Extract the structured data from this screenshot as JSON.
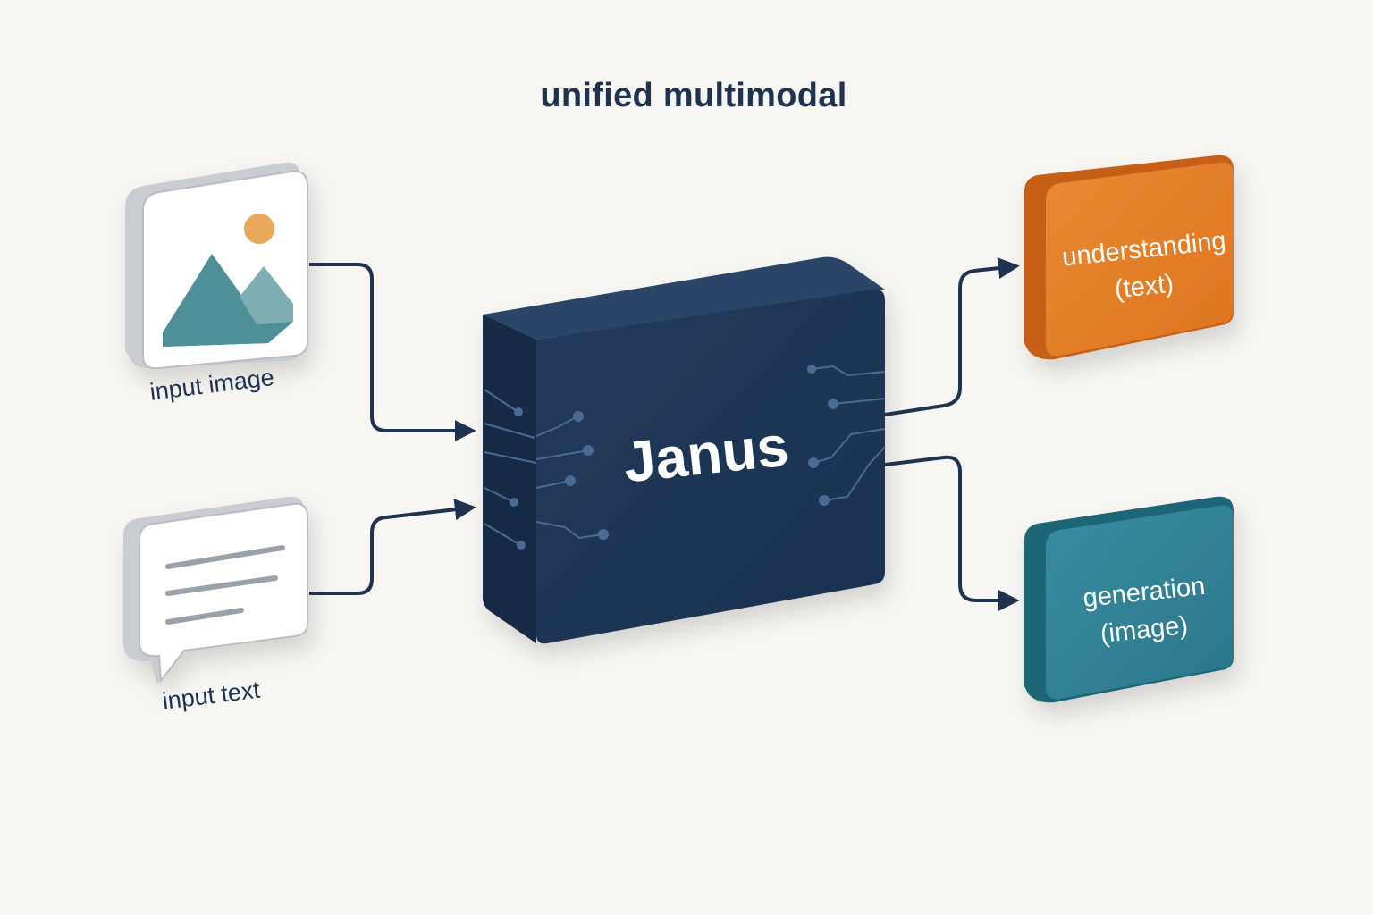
{
  "title": "unified multimodal",
  "inputs": {
    "image_label": "input image",
    "text_label": "input text"
  },
  "model": {
    "name": "Janus"
  },
  "outputs": {
    "understanding": {
      "line1": "understanding",
      "line2": "(text)"
    },
    "generation": {
      "line1": "generation",
      "line2": "(image)"
    }
  },
  "colors": {
    "background": "#f8f6f2",
    "navy": "#1f3350",
    "model_face": "#1e3554",
    "understanding_orange": "#e07a25",
    "generation_teal": "#2c7d92",
    "mountain_teal": "#4f8f98",
    "sun_orange": "#e8a85b"
  },
  "icons": {
    "input_image": "image-icon",
    "input_text": "chat-bubble-icon"
  }
}
